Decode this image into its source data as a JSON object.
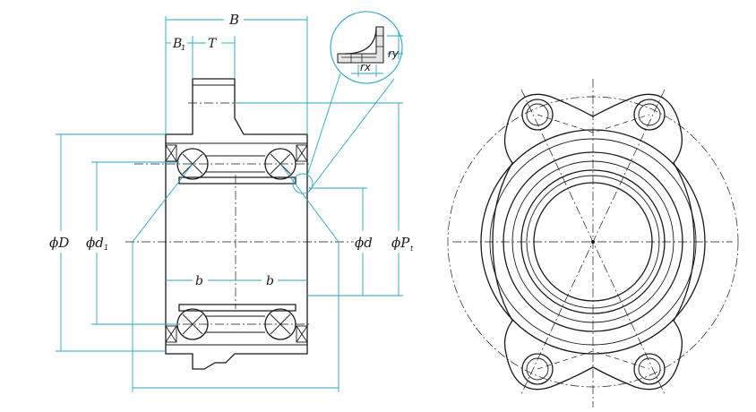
{
  "labels": {
    "B": "B",
    "B1": "B",
    "B1_sub": "1",
    "T": "T",
    "ry": "ry",
    "rx": "rx",
    "phiD": "ϕD",
    "phid1": "ϕd",
    "phid1_sub": "1",
    "b_left": "b",
    "b_right": "b",
    "phid": "ϕd",
    "phiP": "ϕP",
    "phiP_sub": "t"
  },
  "colors": {
    "dimension_lines": "#2aa6c4",
    "outline": "#1a1a1a"
  }
}
